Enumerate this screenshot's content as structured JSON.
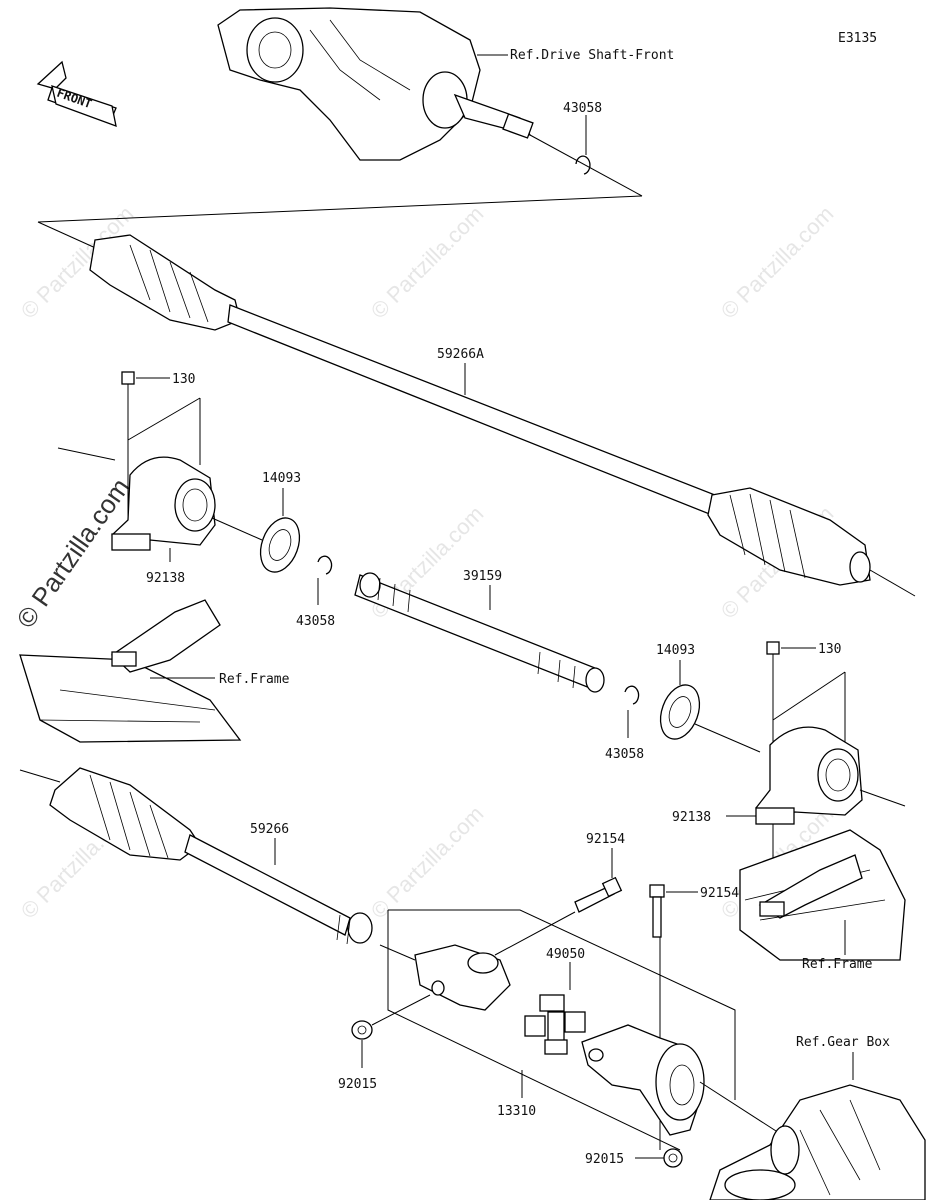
{
  "diagram": {
    "code": "E3135",
    "front_label": "FRONT",
    "watermark": "© Partzilla.com",
    "refs": {
      "drive_shaft_front": "Ref.Drive Shaft-Front",
      "frame_left": "Ref.Frame",
      "frame_right": "Ref.Frame",
      "gear_box": "Ref.Gear Box"
    },
    "parts": {
      "p43058_top": "43058",
      "p59266A": "59266A",
      "p130_left": "130",
      "p14093_left": "14093",
      "p92138_left": "92138",
      "p43058_left": "43058",
      "p39159": "39159",
      "p14093_right": "14093",
      "p130_right": "130",
      "p43058_right": "43058",
      "p92138_right": "92138",
      "p59266": "59266",
      "p92154_a": "92154",
      "p92154_b": "92154",
      "p49050": "49050",
      "p92015_left": "92015",
      "p13310": "13310",
      "p92015_bottom": "92015"
    }
  }
}
